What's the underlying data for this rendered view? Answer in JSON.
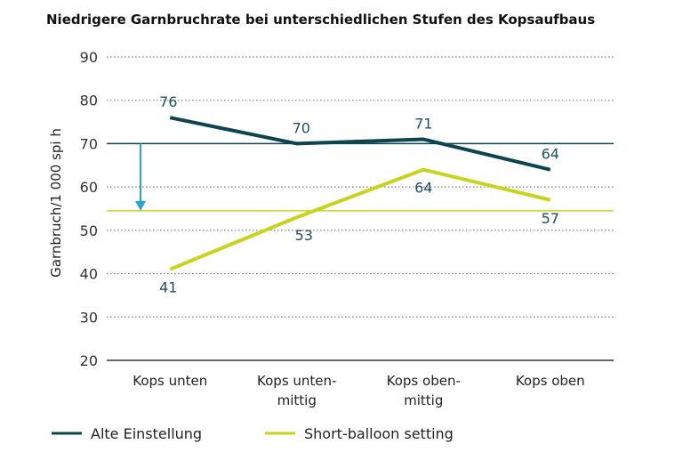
{
  "chart_data": {
    "type": "line",
    "title": "Niedrigere Garnbruchrate bei unterschiedlichen Stufen des Kopsaufbaus",
    "xlabel": "",
    "ylabel": "Garnbruch/1 000 spi h",
    "ylim": [
      20,
      90
    ],
    "yticks": [
      20,
      30,
      40,
      50,
      60,
      70,
      80,
      90
    ],
    "grid": true,
    "legend_position": "bottom-left",
    "categories": [
      [
        "Kops unten"
      ],
      [
        "Kops unten-",
        "mittig"
      ],
      [
        "Kops oben-",
        "mittig"
      ],
      [
        "Kops oben"
      ]
    ],
    "series": [
      {
        "name": "Alte Einstellung",
        "values": [
          76,
          70,
          71,
          64
        ],
        "color": "#0d4450",
        "reference_line": 70,
        "labels": [
          "76",
          "70",
          "71",
          "64"
        ]
      },
      {
        "name": "Short-balloon setting",
        "values": [
          41,
          53,
          64,
          57
        ],
        "color": "#c8d41c",
        "reference_line": 54.5,
        "labels": [
          "41",
          "53",
          "64",
          "57"
        ]
      }
    ],
    "arrow": {
      "from": 70,
      "to": 54.5,
      "color": "#2aa6d6"
    }
  }
}
